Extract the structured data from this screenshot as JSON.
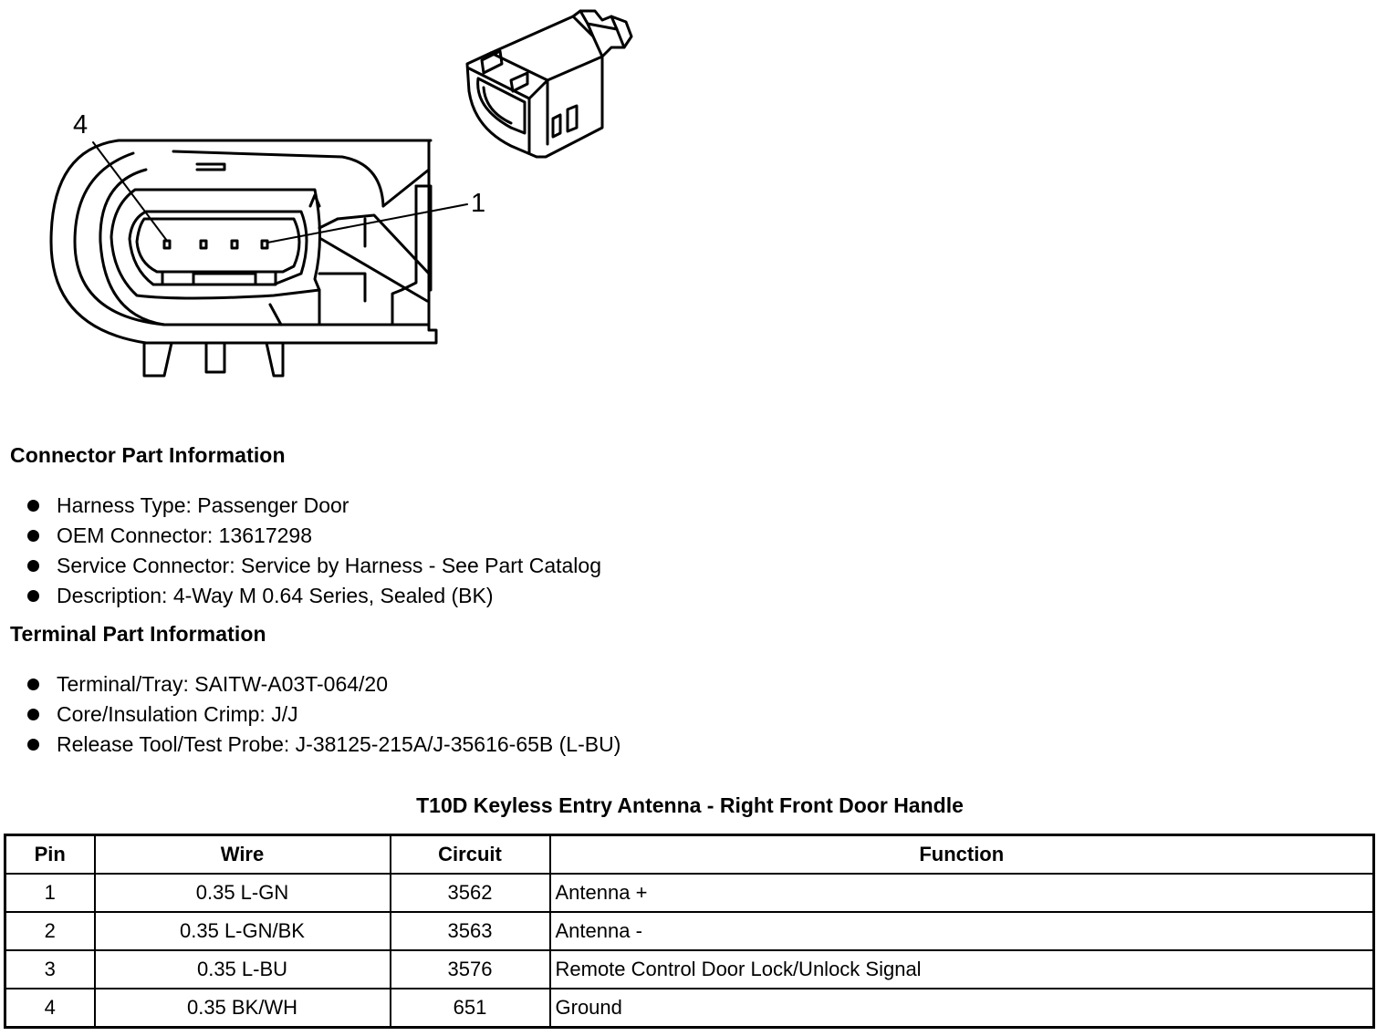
{
  "diagram": {
    "callouts": {
      "pin_left": "4",
      "pin_right": "1"
    }
  },
  "connector_section": {
    "title": "Connector Part Information",
    "items": [
      "Harness Type: Passenger Door",
      "OEM Connector: 13617298",
      "Service Connector: Service by Harness - See Part Catalog",
      "Description: 4-Way M 0.64 Series, Sealed (BK)"
    ]
  },
  "terminal_section": {
    "title": "Terminal Part Information",
    "items": [
      "Terminal/Tray: SAITW-A03T-064/20",
      "Core/Insulation Crimp: J/J",
      "Release Tool/Test Probe: J-38125-215A/J-35616-65B (L-BU)"
    ]
  },
  "table": {
    "title": "T10D Keyless Entry Antenna - Right Front Door Handle",
    "headers": {
      "pin": "Pin",
      "wire": "Wire",
      "circuit": "Circuit",
      "function": "Function"
    },
    "rows": [
      {
        "pin": "1",
        "wire": "0.35 L-GN",
        "circuit": "3562",
        "function": "Antenna +"
      },
      {
        "pin": "2",
        "wire": "0.35 L-GN/BK",
        "circuit": "3563",
        "function": "Antenna -"
      },
      {
        "pin": "3",
        "wire": "0.35 L-BU",
        "circuit": "3576",
        "function": "Remote Control Door Lock/Unlock Signal"
      },
      {
        "pin": "4",
        "wire": "0.35 BK/WH",
        "circuit": "651",
        "function": "Ground"
      }
    ]
  }
}
